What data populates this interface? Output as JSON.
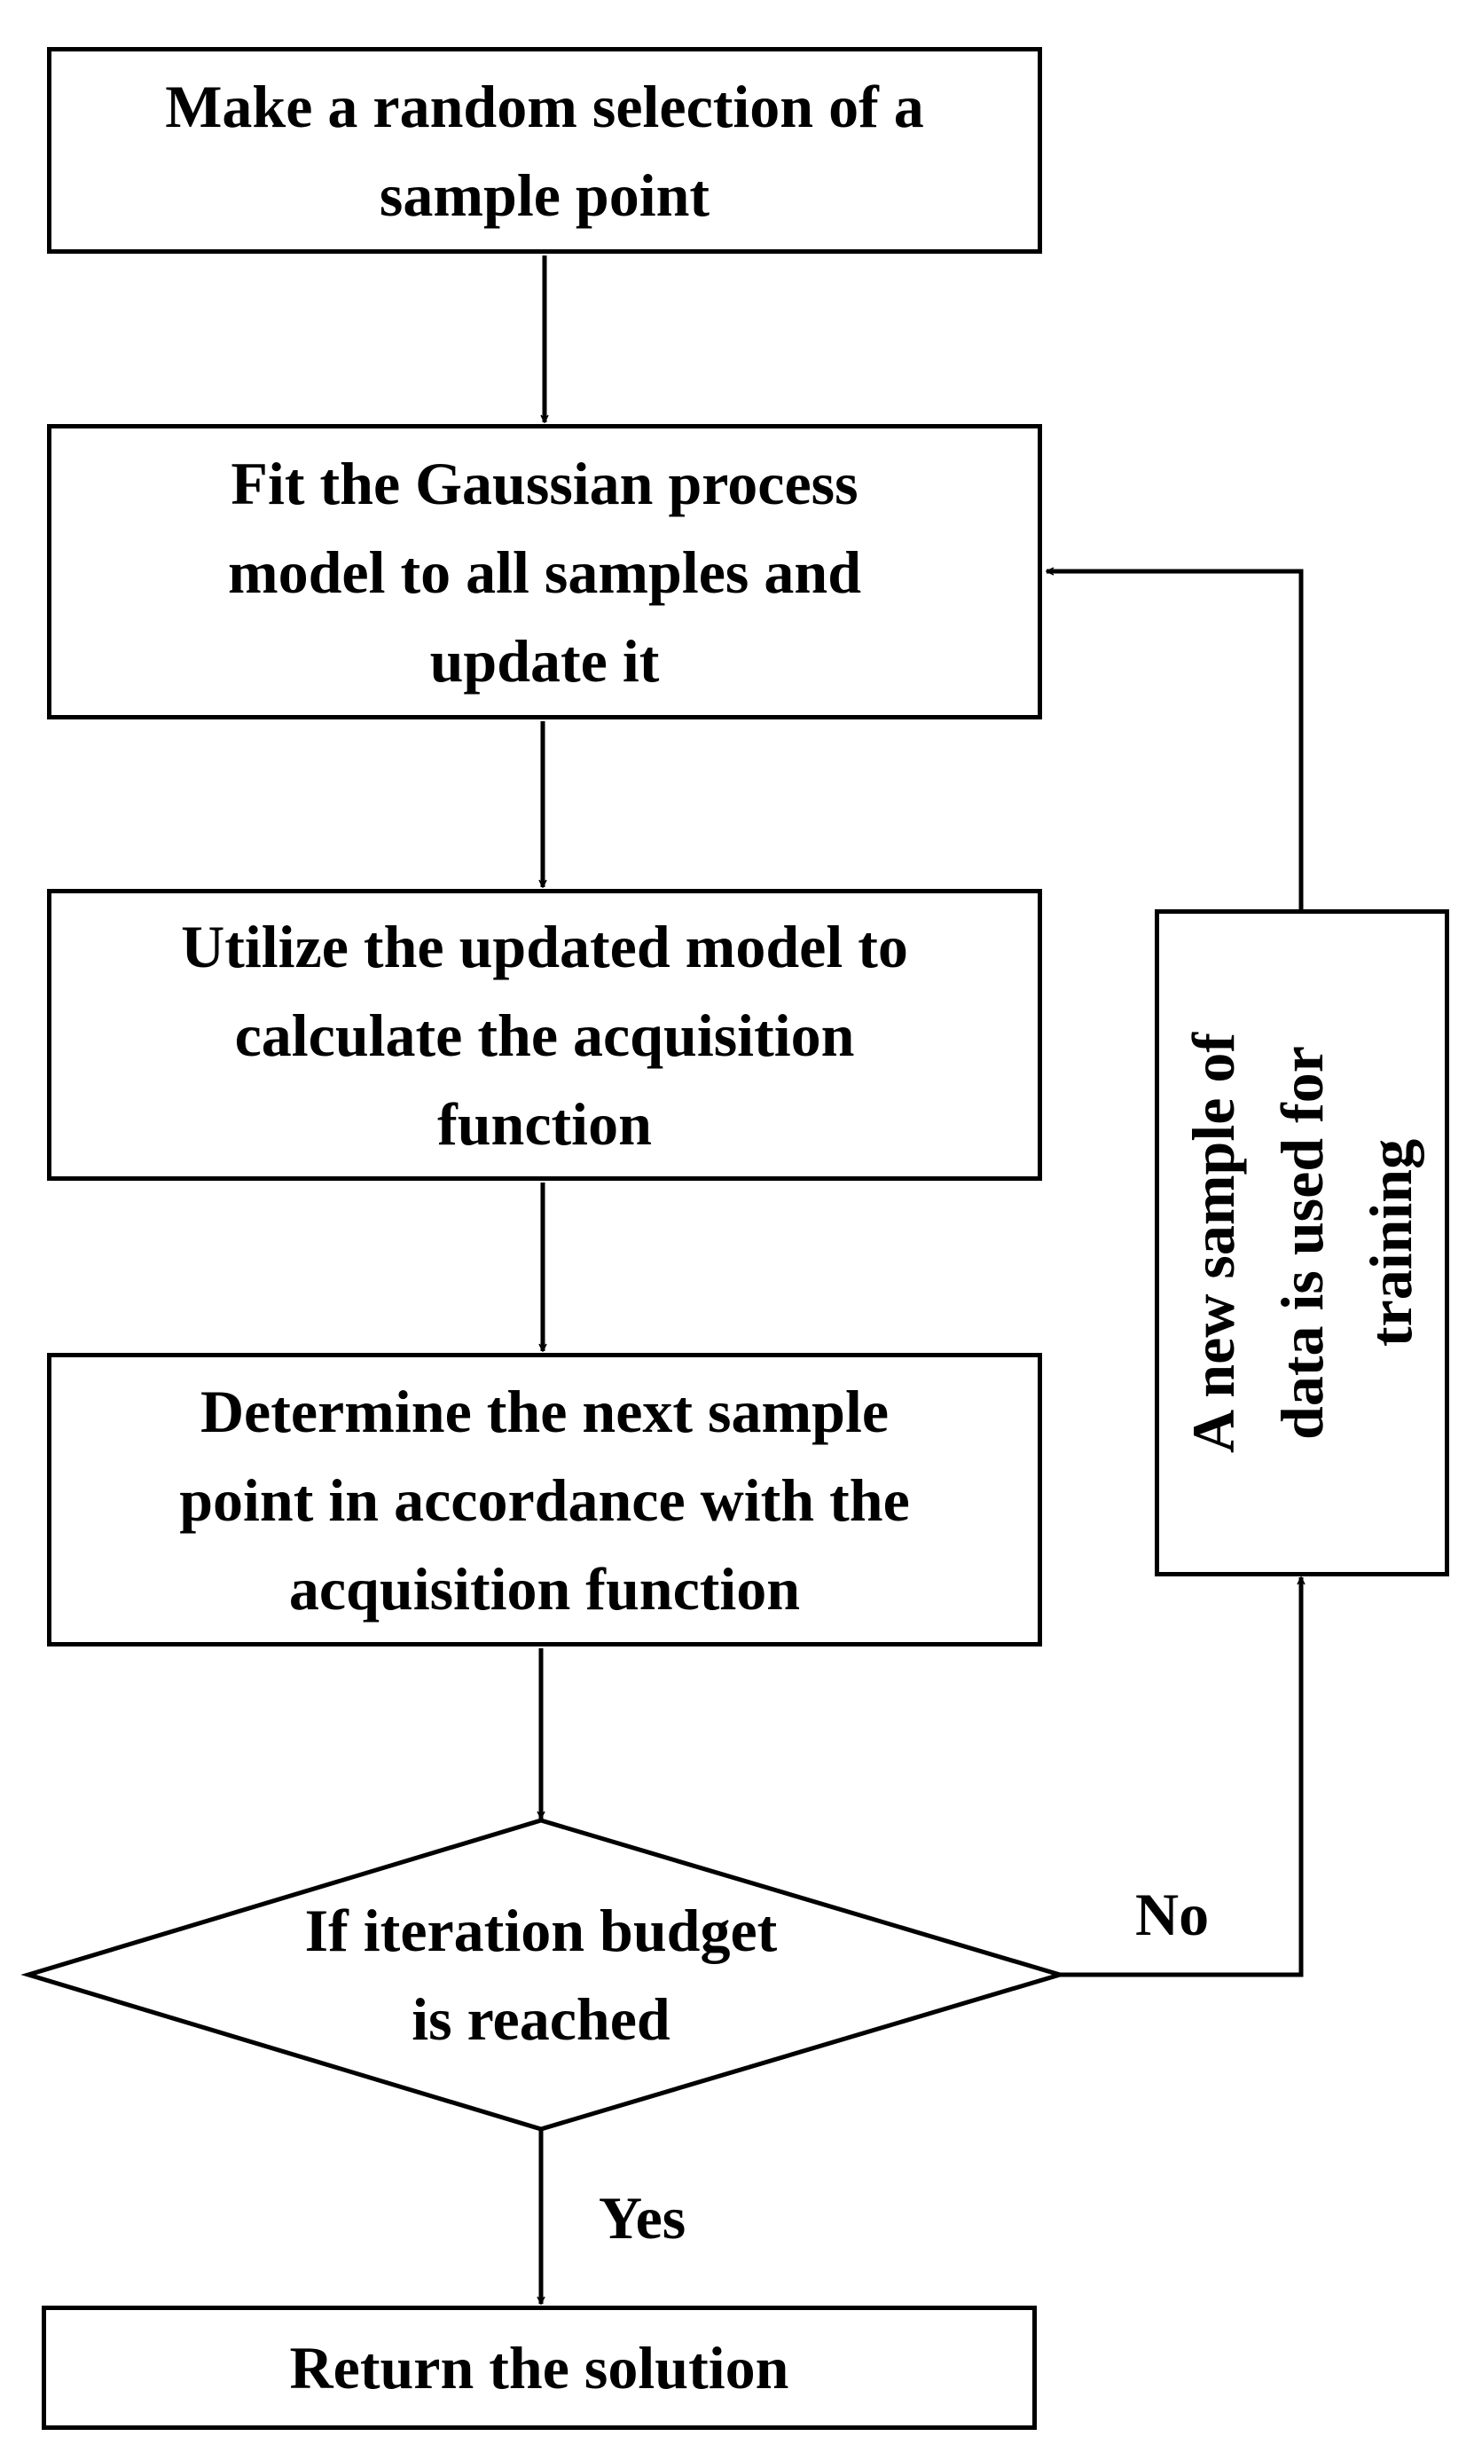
{
  "colors": {
    "stroke": "#000000",
    "fill": "#ffffff",
    "text": "#000000"
  },
  "steps": {
    "select": {
      "lines": [
        "Make a random selection of a",
        "sample point"
      ]
    },
    "fit": {
      "lines": [
        "Fit the Gaussian process",
        "model to all samples and",
        "update it"
      ]
    },
    "utilize": {
      "lines": [
        "Utilize the updated model to",
        "calculate the acquisition",
        "function"
      ]
    },
    "determine": {
      "lines": [
        "Determine the next sample",
        "point in accordance with the",
        "acquisition function"
      ]
    },
    "decision": {
      "lines": [
        "If iteration budget",
        "is reached"
      ]
    },
    "return": {
      "lines": [
        "Return the solution"
      ]
    },
    "feedback": {
      "lines": [
        "A new sample of",
        "data is used for",
        "training"
      ]
    }
  },
  "labels": {
    "no": "No",
    "yes": "Yes"
  }
}
